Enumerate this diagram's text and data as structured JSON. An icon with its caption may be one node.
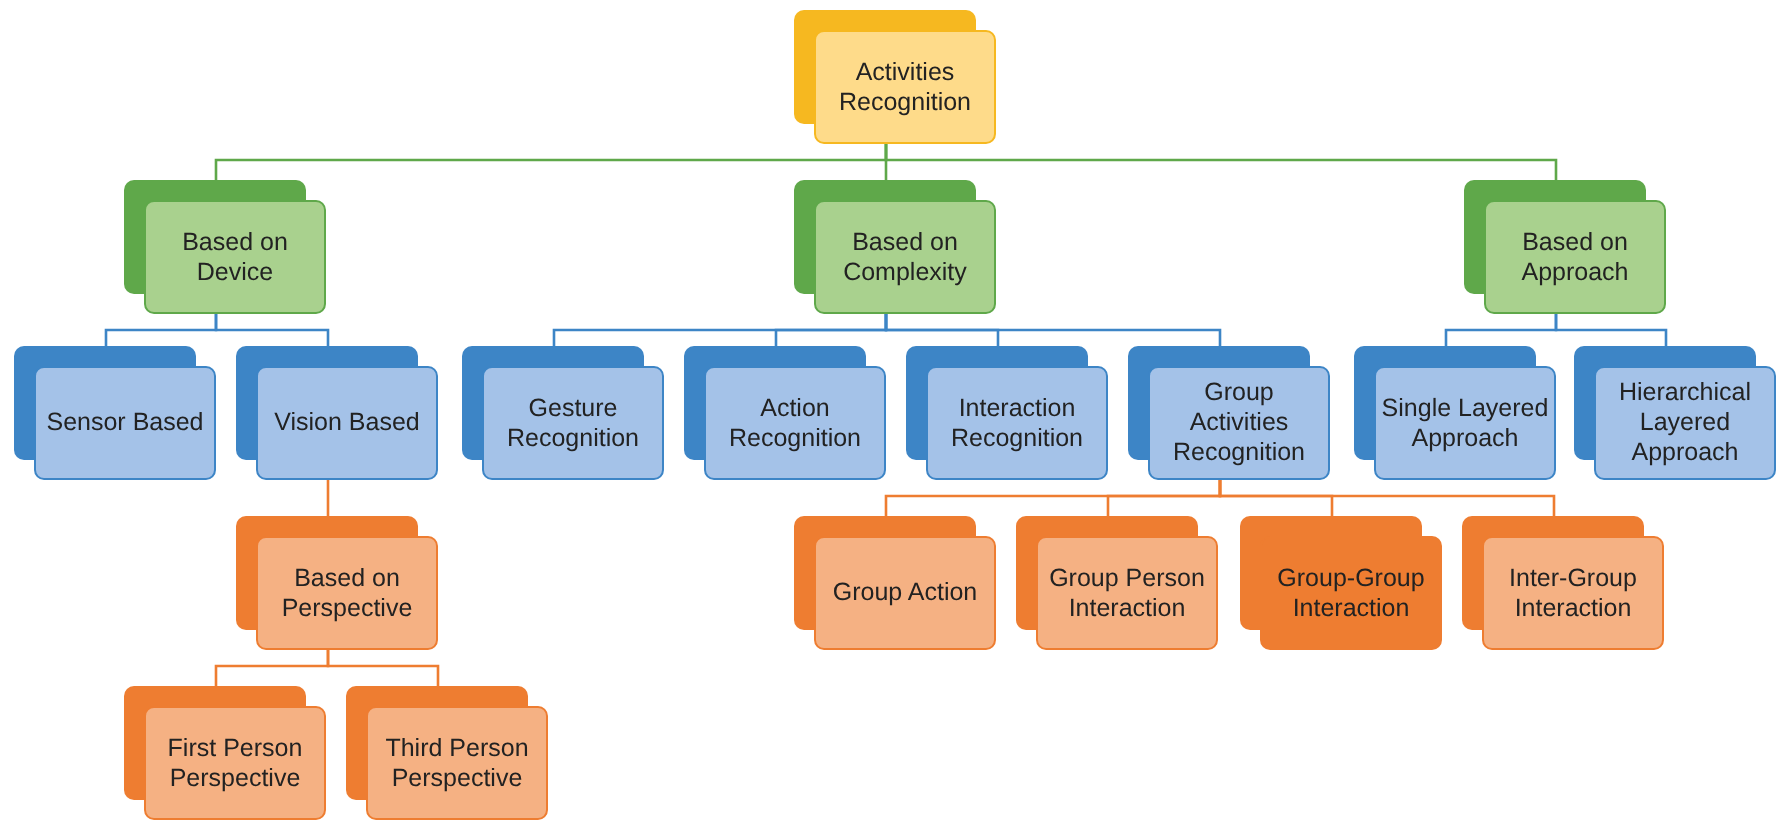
{
  "diagram": {
    "nodes": [
      {
        "text": [
          "Activities Recognition"
        ]
      },
      {
        "text": [
          "Based on Device"
        ]
      },
      {
        "text": [
          "Based on Complexity"
        ]
      },
      {
        "text": [
          "Based on Approach"
        ]
      },
      {
        "text": [
          "Sensor Based"
        ]
      },
      {
        "text": [
          "Vision Based"
        ]
      },
      {
        "text": [
          "Gesture Recognition"
        ]
      },
      {
        "text": [
          "Action Recognition"
        ]
      },
      {
        "text": [
          "Interaction Recognition"
        ]
      },
      {
        "text": [
          "Group Activities Recognition"
        ]
      },
      {
        "text": [
          "Single Layered Approach"
        ]
      },
      {
        "text": [
          "Hierarchical Layered Approach"
        ]
      },
      {
        "text": [
          "Based on Perspective"
        ]
      },
      {
        "text": [
          "Group Action"
        ]
      },
      {
        "text": [
          "Group Person Interaction"
        ]
      },
      {
        "text": [
          "Group-Group Interaction"
        ]
      },
      {
        "text": [
          "Inter-Group Interaction"
        ]
      },
      {
        "text": [
          "First Person Perspective"
        ]
      },
      {
        "text": [
          "Third Person Perspective"
        ]
      }
    ],
    "edges": [
      {
        "from": 0,
        "to": 1,
        "arrow": "none",
        "color": "#5fa84a"
      },
      {
        "from": 0,
        "to": 2,
        "arrow": "none",
        "color": "#5fa84a"
      },
      {
        "from": 0,
        "to": 3,
        "arrow": "none",
        "color": "#5fa84a"
      },
      {
        "from": 1,
        "to": 4,
        "arrow": "none"
      },
      {
        "from": 1,
        "to": 5,
        "arrow": "none"
      },
      {
        "from": 2,
        "to": 6,
        "arrow": "none"
      },
      {
        "from": 2,
        "to": 7,
        "arrow": "none"
      },
      {
        "from": 2,
        "to": 8,
        "arrow": "none"
      },
      {
        "from": 2,
        "to": 9,
        "arrow": "none"
      },
      {
        "from": 3,
        "to": 10,
        "arrow": "none"
      },
      {
        "from": 3,
        "to": 11,
        "arrow": "none"
      },
      {
        "from": 5,
        "to": 12,
        "arrow": "none",
        "color": "#ee7d31"
      },
      {
        "from": 9,
        "to": 13,
        "arrow": "none",
        "color": "#ee7d31"
      },
      {
        "from": 9,
        "to": 14,
        "arrow": "none",
        "color": "#ee7d31"
      },
      {
        "from": 9,
        "to": 15,
        "arrow": "none",
        "color": "#ee7d31"
      },
      {
        "from": 9,
        "to": 16,
        "arrow": "none",
        "color": "#ee7d31"
      },
      {
        "from": 12,
        "to": 17,
        "arrow": "none",
        "color": "#ee7d31"
      },
      {
        "from": 12,
        "to": 18,
        "arrow": "none",
        "color": "#ee7d31"
      }
    ]
  }
}
